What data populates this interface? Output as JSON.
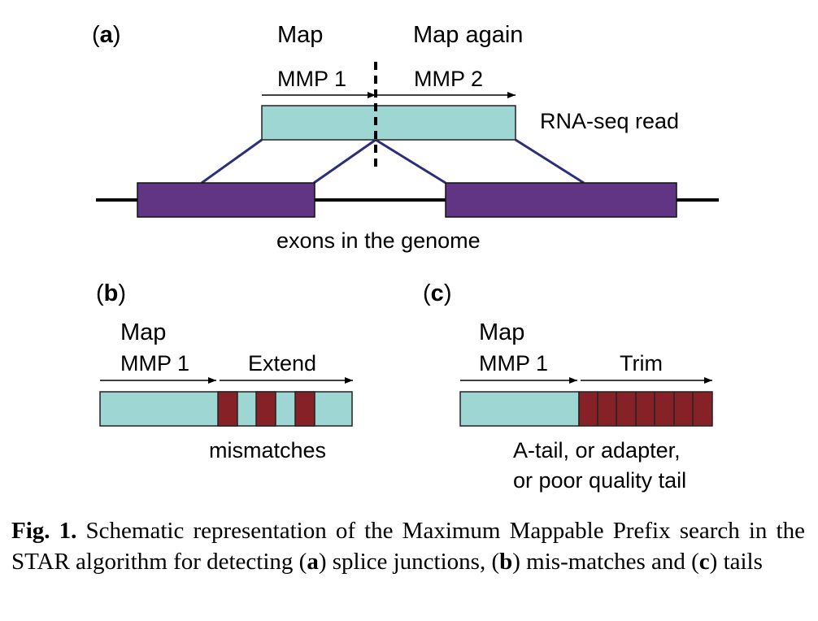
{
  "panel_a": {
    "label_open": "(",
    "label_letter": "a",
    "label_close": ")",
    "map": "Map",
    "map_again": "Map again",
    "mmp1": "MMP 1",
    "mmp2": "MMP 2",
    "read_label": "RNA-seq read",
    "exons_label": "exons in the genome"
  },
  "panel_b": {
    "label_open": "(",
    "label_letter": "b",
    "label_close": ")",
    "map": "Map",
    "mmp1": "MMP 1",
    "extend": "Extend",
    "mismatches": "mismatches"
  },
  "panel_c": {
    "label_open": "(",
    "label_letter": "c",
    "label_close": ")",
    "map": "Map",
    "mmp1": "MMP 1",
    "trim": "Trim",
    "tail_line1": "A-tail, or adapter,",
    "tail_line2": "or poor quality tail"
  },
  "caption": {
    "fig_label": "Fig. 1.",
    "text1": " Schematic representation of the Maximum Mappable Prefix search in the STAR algorithm for detecting (",
    "a": "a",
    "text2": ") splice junctions, (",
    "b": "b",
    "text3": ") mis-matches and (",
    "c": "c",
    "text4": ") tails"
  },
  "colors": {
    "read": "#9dd6d2",
    "exon": "#613583",
    "mismatch": "#852127",
    "connector": "#2b2f7a",
    "genome_line": "#000000"
  }
}
